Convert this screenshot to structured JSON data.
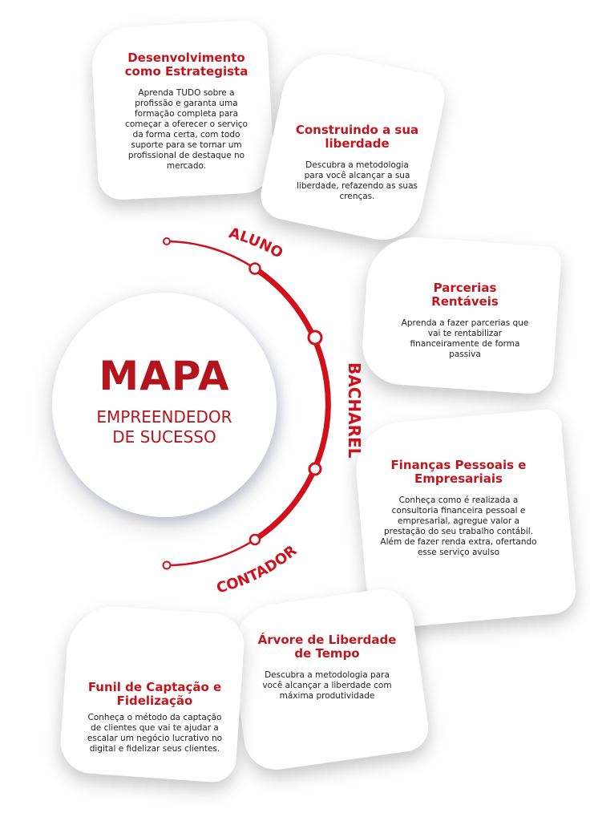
{
  "center": {
    "title": "MAPA",
    "subtitle_line1": "EMPREENDEDOR",
    "subtitle_line2": "DE SUCESSO"
  },
  "stages": [
    "ALUNO",
    "BACHAREL",
    "CONTADOR"
  ],
  "colors": {
    "accent": "#d0101b",
    "title_red": "#c0161f"
  },
  "cards": [
    {
      "title": "Desenvolvimento como Estrategista",
      "description": "Aprenda TUDO sobre a profissão e garanta uma formação completa para começar a oferecer o serviço da forma certa, com todo suporte para se tornar um profissional de destaque no mercado."
    },
    {
      "title": "Construindo a sua liberdade",
      "description": "Descubra a metodologia para você alcançar a sua liberdade, refazendo as suas crenças."
    },
    {
      "title": "Parcerias Rentáveis",
      "description": "Aprenda a fazer parcerias que vai te rentabilizar financeiramente de forma passiva"
    },
    {
      "title": "Finanças Pessoais e Empresariais",
      "description": "Conheça como é realizada a consultoria financeira pessoal e empresarial, agregue valor a prestação do seu trabalho contábil. Além de fazer renda extra, ofertando esse serviço avulso"
    },
    {
      "title": "Árvore de Liberdade de Tempo",
      "description": "Descubra a metodologia para você alcançar a liberdade com máxima produtividade"
    },
    {
      "title": "Funil de Captação e Fidelização",
      "description": "Conheça o método da captação de clientes que vai te ajudar a escalar um negócio lucrativo no digital e fidelizar seus clientes."
    }
  ]
}
